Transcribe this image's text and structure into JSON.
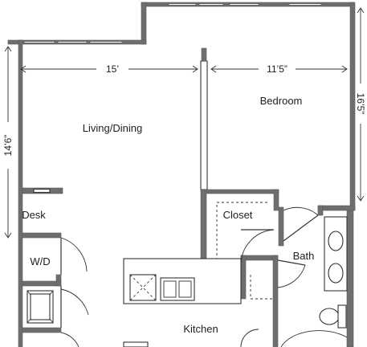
{
  "rooms": {
    "living_dining": "Living/Dining",
    "bedroom": "Bedroom",
    "closet": "Closet",
    "bath": "Bath",
    "desk": "Desk",
    "wd": "W/D",
    "kitchen": "Kitchen"
  },
  "dimensions": {
    "living_width": "15’",
    "bedroom_width": "11’5”",
    "living_depth": "14’6”",
    "bedroom_depth": "16’5”"
  },
  "colors": {
    "wall": "#6e6e6e",
    "line": "#333333",
    "background": "#ffffff"
  }
}
